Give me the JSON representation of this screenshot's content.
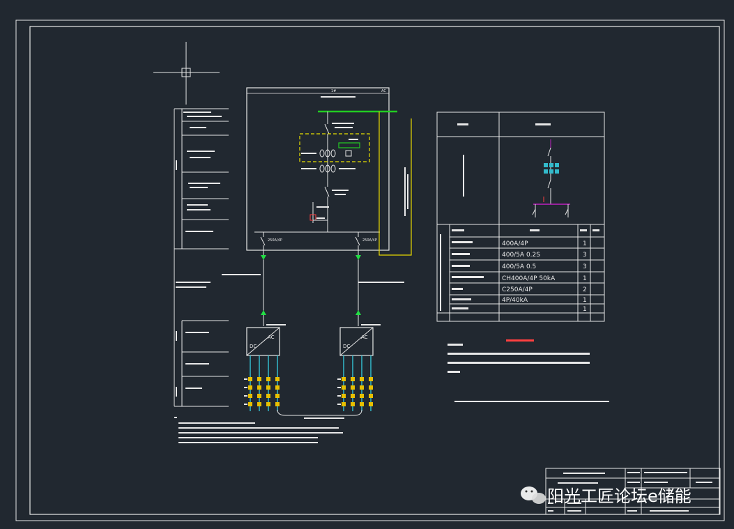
{
  "colors": {
    "background": "#212830",
    "line": "#e8e8e8",
    "busbar": "#22cc22",
    "dashed_box": "#e8e000",
    "ground_wire": "#e8d800",
    "output_bus": "#c020c0",
    "cable": "#33bbcc",
    "arrow": "#22dd44",
    "warning_text": "#ff4040"
  },
  "cabinet": {
    "header_left": "1#",
    "header_right": "AC",
    "breaker_left": "250A/4P",
    "breaker_right": "250A/4P"
  },
  "pcs_units": [
    {
      "dc_label": "DC",
      "ac_label": "AC"
    },
    {
      "dc_label": "DC",
      "ac_label": "AC"
    }
  ],
  "spec_table": {
    "items": [
      {
        "spec": "400A/4P",
        "qty": "1"
      },
      {
        "spec": "400/5A 0.2S",
        "qty": "3"
      },
      {
        "spec": "400/5A 0.5",
        "qty": "3"
      },
      {
        "spec": "CH400A/4P 50kA",
        "qty": "1"
      },
      {
        "spec": "C250A/4P",
        "qty": "2"
      },
      {
        "spec": "4P/40kA",
        "qty": "1"
      },
      {
        "spec": "",
        "qty": "1"
      }
    ]
  },
  "watermark": "阳光工匠论坛e储能",
  "watermark_icon": "wechat-icon"
}
